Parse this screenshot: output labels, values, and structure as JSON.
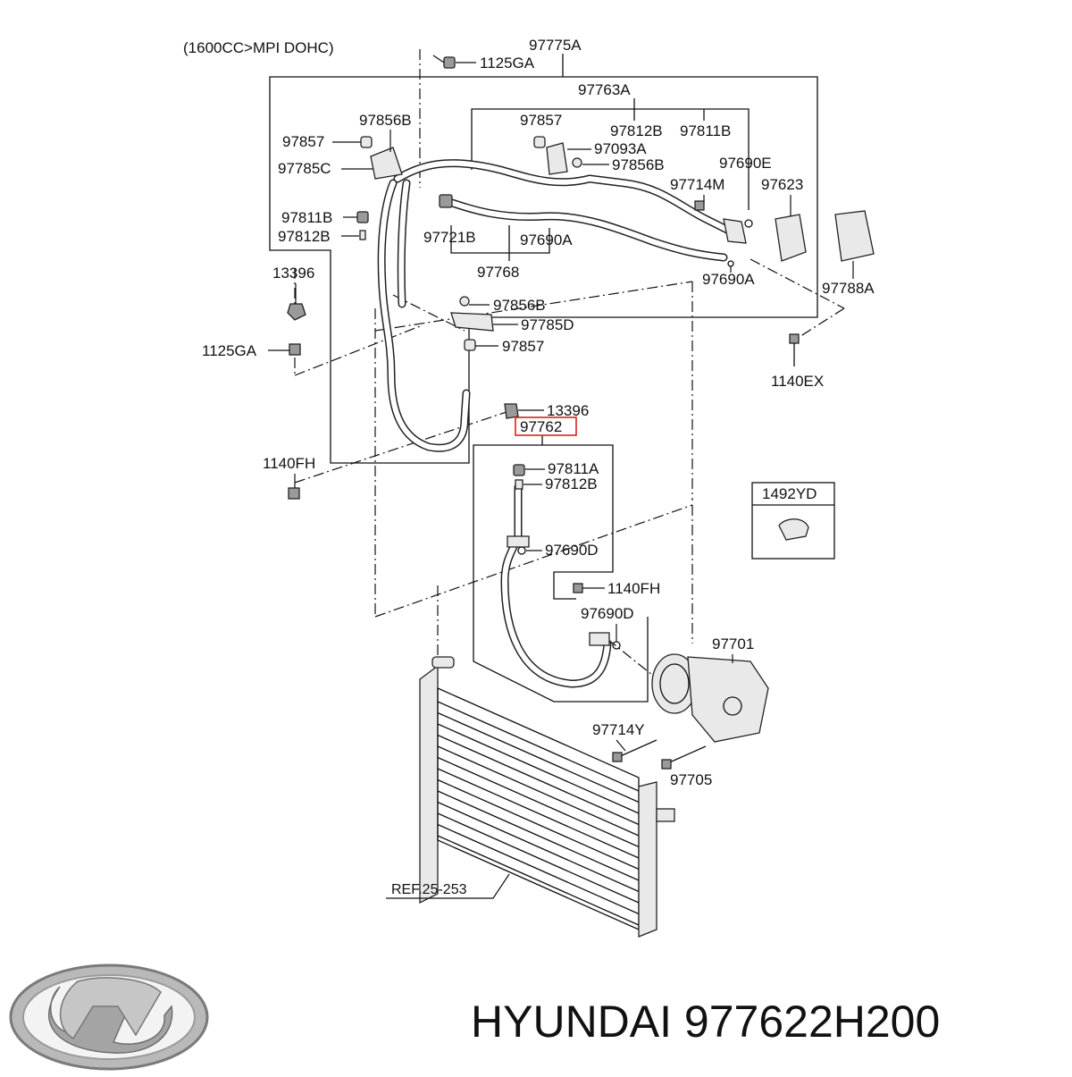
{
  "diagram": {
    "engine_note": "(1600CC>MPI DOHC)",
    "callouts": [
      {
        "id": "97775A",
        "label": "97775A"
      },
      {
        "id": "1125GA-top",
        "label": "1125GA"
      },
      {
        "id": "97763A",
        "label": "97763A"
      },
      {
        "id": "97856B-left",
        "label": "97856B"
      },
      {
        "id": "97857-left",
        "label": "97857"
      },
      {
        "id": "97785C",
        "label": "97785C"
      },
      {
        "id": "97857-mid",
        "label": "97857"
      },
      {
        "id": "97812B-top",
        "label": "97812B"
      },
      {
        "id": "97811B-top",
        "label": "97811B"
      },
      {
        "id": "97093A",
        "label": "97093A"
      },
      {
        "id": "97856B-mid",
        "label": "97856B"
      },
      {
        "id": "97690E",
        "label": "97690E"
      },
      {
        "id": "97714M",
        "label": "97714M"
      },
      {
        "id": "97623",
        "label": "97623"
      },
      {
        "id": "97811B-left",
        "label": "97811B"
      },
      {
        "id": "97812B-left",
        "label": "97812B"
      },
      {
        "id": "97721B",
        "label": "97721B"
      },
      {
        "id": "97690A-mid",
        "label": "97690A"
      },
      {
        "id": "97768",
        "label": "97768"
      },
      {
        "id": "97690A-right",
        "label": "97690A"
      },
      {
        "id": "97788A",
        "label": "97788A"
      },
      {
        "id": "13396-left",
        "label": "13396"
      },
      {
        "id": "97856B-low",
        "label": "97856B"
      },
      {
        "id": "97785D",
        "label": "97785D"
      },
      {
        "id": "97857-low",
        "label": "97857"
      },
      {
        "id": "1125GA-left",
        "label": "1125GA"
      },
      {
        "id": "1140EX",
        "label": "1140EX"
      },
      {
        "id": "13396-mid",
        "label": "13396"
      },
      {
        "id": "97762",
        "label": "97762"
      },
      {
        "id": "1140FH-left",
        "label": "1140FH"
      },
      {
        "id": "97811A",
        "label": "97811A"
      },
      {
        "id": "97812B-low",
        "label": "97812B"
      },
      {
        "id": "1492YD",
        "label": "1492YD"
      },
      {
        "id": "97690D-top",
        "label": "97690D"
      },
      {
        "id": "1140FH-right",
        "label": "1140FH"
      },
      {
        "id": "97690D-low",
        "label": "97690D"
      },
      {
        "id": "97701",
        "label": "97701"
      },
      {
        "id": "97714Y",
        "label": "97714Y"
      },
      {
        "id": "97705",
        "label": "97705"
      },
      {
        "id": "REF",
        "label": "REF.25-253"
      }
    ],
    "highlighted_part": "97762",
    "highlight_color": "#d9231c"
  },
  "branding": {
    "logo": "hyundai-logo",
    "text": "HYUNDAI 977622H200"
  }
}
